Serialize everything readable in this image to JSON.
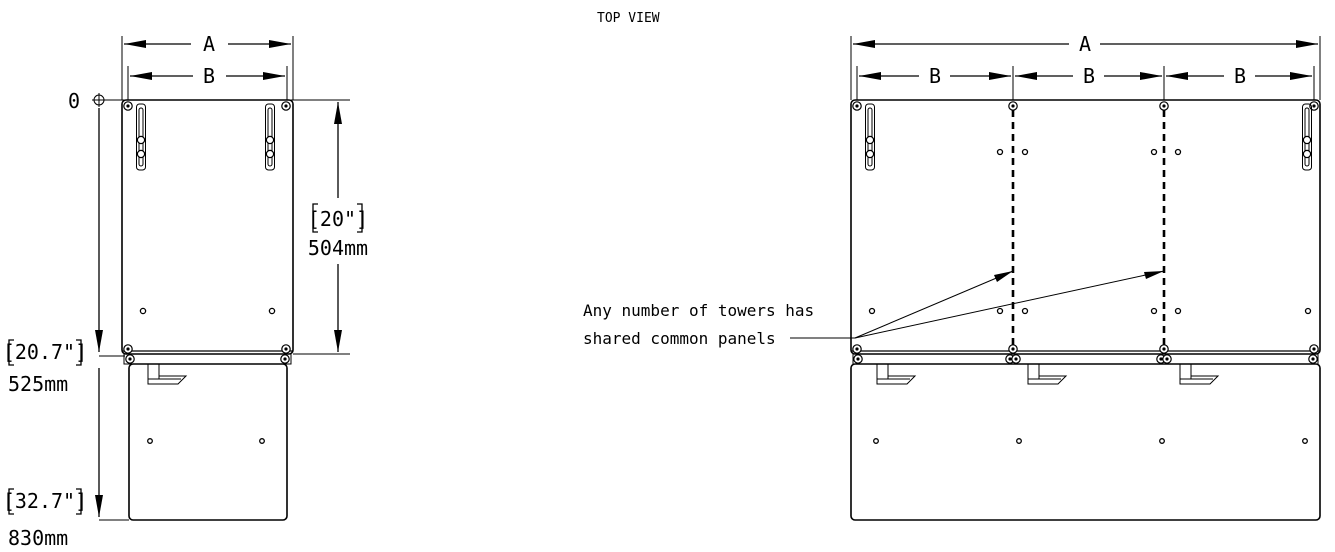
{
  "view_title": "TOP VIEW",
  "origin_label": "0",
  "dimensions": {
    "width_total": "A",
    "width_module": "B",
    "depth_enclosure_in": "[20\"]",
    "depth_enclosure_mm": "504mm",
    "depth_to_front_in": "[20.7\"]",
    "depth_to_front_mm": "525mm",
    "depth_total_in": "[32.7\"]",
    "depth_total_mm": "830mm"
  },
  "callout": {
    "line1": "Any number of towers has",
    "line2": "shared common panels"
  }
}
